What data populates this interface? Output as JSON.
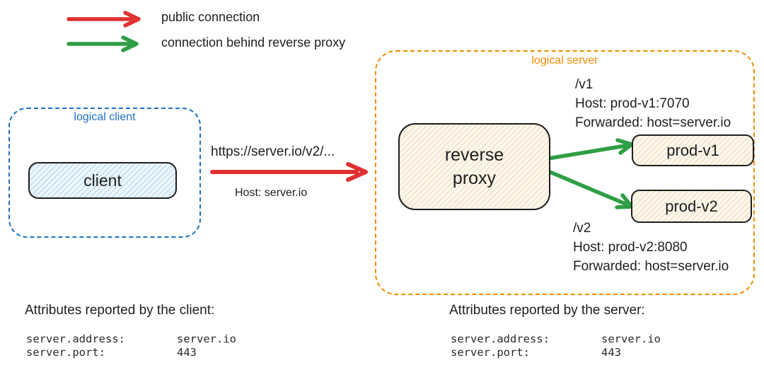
{
  "colors": {
    "red": "#e03131",
    "green": "#2f9e44",
    "blue": "#1971c2",
    "orange": "#f08c00",
    "ink": "#1e1e1e",
    "client_fill": "#eef7fd",
    "client_hatch": "#b7d9ef",
    "server_fill": "#fdf8ee",
    "server_hatch": "#f2ddbd"
  },
  "legend": {
    "public": "public connection",
    "behind_proxy": "connection behind reverse proxy"
  },
  "client_group": {
    "label": "logical client",
    "node": "client"
  },
  "request": {
    "url": "https://server.io/v2/...",
    "host": "Host: server.io"
  },
  "server_group": {
    "label": "logical server",
    "proxy_line1": "reverse",
    "proxy_line2": "proxy",
    "v1": {
      "path": "/v1",
      "host": "Host: prod-v1:7070",
      "forwarded": "Forwarded: host=server.io",
      "node": "prod-v1"
    },
    "v2": {
      "path": "/v2",
      "host": "Host: prod-v2:8080",
      "forwarded": "Forwarded: host=server.io",
      "node": "prod-v2"
    }
  },
  "client_attributes": {
    "heading": "Attributes reported by the client:",
    "rows": [
      {
        "key": "server.address:",
        "value": "server.io"
      },
      {
        "key": "server.port:",
        "value": "443"
      }
    ]
  },
  "server_attributes": {
    "heading": "Attributes reported by the server:",
    "rows": [
      {
        "key": "server.address:",
        "value": "server.io"
      },
      {
        "key": "server.port:",
        "value": "443"
      }
    ]
  }
}
